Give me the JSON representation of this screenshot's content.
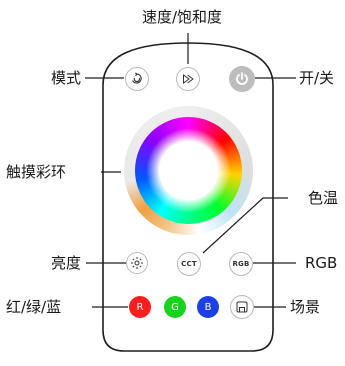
{
  "labels": {
    "speed_saturation": "速度/饱和度",
    "mode": "模式",
    "power_switch": "开/关",
    "touch_ring": "触摸彩环",
    "color_temp": "色温",
    "brightness": "亮度",
    "rgb": "RGB",
    "red_green_blue": "红/绿/蓝",
    "scene": "场景"
  },
  "buttons": {
    "cct": "CCT",
    "rgb": "RGB",
    "r": "R",
    "g": "G",
    "b": "B"
  },
  "colors": {
    "red": "#ff1d1d",
    "green": "#18d21e",
    "blue": "#1d3fe6",
    "power": "#bdbdbd",
    "outline": "#b9b9b9"
  },
  "icons": {
    "mode": "cycle-icon",
    "speed": "play-fast-icon",
    "power": "power-icon",
    "brightness": "sun-icon",
    "scene": "save-icon"
  }
}
